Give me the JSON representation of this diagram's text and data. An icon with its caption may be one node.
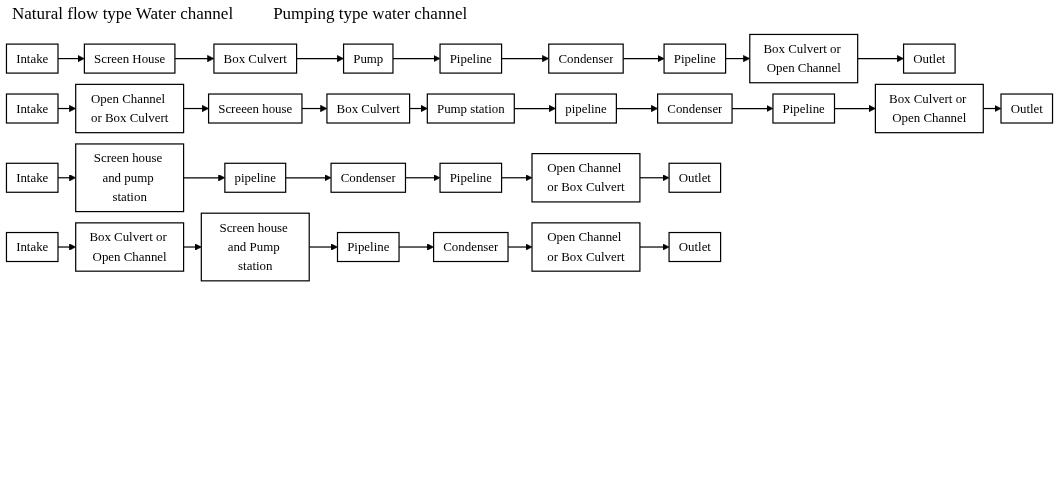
{
  "diagram": {
    "nodes": [
      {
        "text": [
          "Intake"
        ]
      },
      {
        "text": [
          "Screen House"
        ]
      },
      {
        "text": [
          "Box Culvert"
        ]
      },
      {
        "text": [
          "Pump"
        ]
      },
      {
        "text": [
          "Pipeline"
        ]
      },
      {
        "text": [
          "Condenser"
        ]
      },
      {
        "text": [
          "Pipeline"
        ]
      },
      {
        "text": [
          "Box Culvert or Open Channel"
        ]
      },
      {
        "text": [
          "Outlet"
        ]
      },
      {
        "text": [
          "Intake"
        ]
      },
      {
        "text": [
          "Open Channel or Box Culvert"
        ]
      },
      {
        "text": [
          "Screeen house"
        ]
      },
      {
        "text": [
          "Box Culvert"
        ]
      },
      {
        "text": [
          "Pump station"
        ]
      },
      {
        "text": [
          "pipeline"
        ]
      },
      {
        "text": [
          "Condenser"
        ]
      },
      {
        "text": [
          "Pipeline"
        ]
      },
      {
        "text": [
          "Box Culvert or Open Channel"
        ]
      },
      {
        "text": [
          "Outlet"
        ]
      },
      {
        "text": [
          "Intake"
        ]
      },
      {
        "text": [
          "Screen house and pump station"
        ]
      },
      {
        "text": [
          "pipeline"
        ]
      },
      {
        "text": [
          "Condenser"
        ]
      },
      {
        "text": [
          "Pipeline"
        ]
      },
      {
        "text": [
          "Open Channel or Box Culvert"
        ]
      },
      {
        "text": [
          "Outlet"
        ]
      },
      {
        "text": [
          "Intake"
        ]
      },
      {
        "text": [
          "Box Culvert or Open Channel"
        ]
      },
      {
        "text": [
          "Screen house and Pump station"
        ]
      },
      {
        "text": [
          "Pipeline"
        ]
      },
      {
        "text": [
          "Condenser"
        ]
      },
      {
        "text": [
          "Open Channel or Box Culvert"
        ]
      },
      {
        "text": [
          "Outlet"
        ]
      }
    ],
    "edges": [
      {
        "from": 0,
        "to": 1,
        "arrow": "to"
      },
      {
        "from": 1,
        "to": 2,
        "arrow": "to"
      },
      {
        "from": 2,
        "to": 3,
        "arrow": "to"
      },
      {
        "from": 3,
        "to": 4,
        "arrow": "to"
      },
      {
        "from": 4,
        "to": 5,
        "arrow": "to"
      },
      {
        "from": 5,
        "to": 6,
        "arrow": "to"
      },
      {
        "from": 6,
        "to": 7,
        "arrow": "to"
      },
      {
        "from": 7,
        "to": 8,
        "arrow": "to"
      },
      {
        "from": 9,
        "to": 10,
        "arrow": "to"
      },
      {
        "from": 10,
        "to": 11,
        "arrow": "to"
      },
      {
        "from": 11,
        "to": 12,
        "arrow": "to"
      },
      {
        "from": 12,
        "to": 13,
        "arrow": "to"
      },
      {
        "from": 13,
        "to": 14,
        "arrow": "to"
      },
      {
        "from": 14,
        "to": 15,
        "arrow": "to"
      },
      {
        "from": 15,
        "to": 16,
        "arrow": "to"
      },
      {
        "from": 16,
        "to": 17,
        "arrow": "to"
      },
      {
        "from": 17,
        "to": 18,
        "arrow": "to"
      },
      {
        "from": 19,
        "to": 20,
        "arrow": "to"
      },
      {
        "from": 20,
        "to": 21,
        "arrow": "to"
      },
      {
        "from": 21,
        "to": 22,
        "arrow": "to"
      },
      {
        "from": 22,
        "to": 23,
        "arrow": "to"
      },
      {
        "from": 23,
        "to": 24,
        "arrow": "to"
      },
      {
        "from": 24,
        "to": 25,
        "arrow": "to"
      },
      {
        "from": 26,
        "to": 27,
        "arrow": "to"
      },
      {
        "from": 27,
        "to": 28,
        "arrow": "to"
      },
      {
        "from": 28,
        "to": 29,
        "arrow": "to"
      },
      {
        "from": 29,
        "to": 30,
        "arrow": "to"
      },
      {
        "from": 30,
        "to": 31,
        "arrow": "to"
      },
      {
        "from": 31,
        "to": 32,
        "arrow": "to"
      }
    ],
    "labels": [
      "Natural flow type Water channel",
      "Pumping type water channel"
    ]
  }
}
